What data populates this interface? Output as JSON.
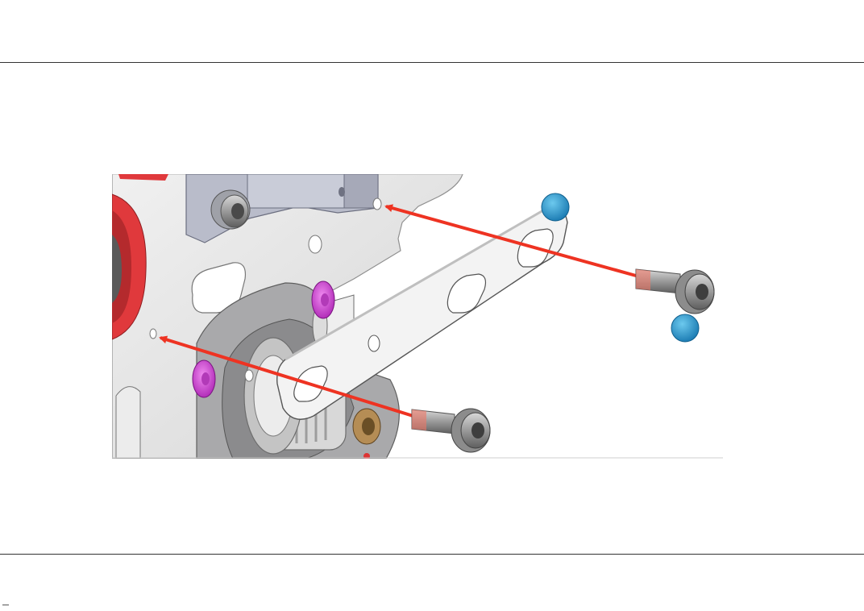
{
  "page": {
    "background": "#ffffff",
    "rule_color": "#333333"
  },
  "illustration": {
    "subject": "assembly-step",
    "colors": {
      "plate": "#e4e4e4",
      "bracket": "#b9bcca",
      "pulley_red": "#e0393c",
      "washer_magenta": "#d23bd6",
      "callout_blue": "#2a9fd0",
      "arrow_red": "#ee3322",
      "bushing_bronze": "#b58d55"
    },
    "parts": {
      "fasteners": 2,
      "callout_markers": 2,
      "insertion_arrows": 2
    }
  }
}
